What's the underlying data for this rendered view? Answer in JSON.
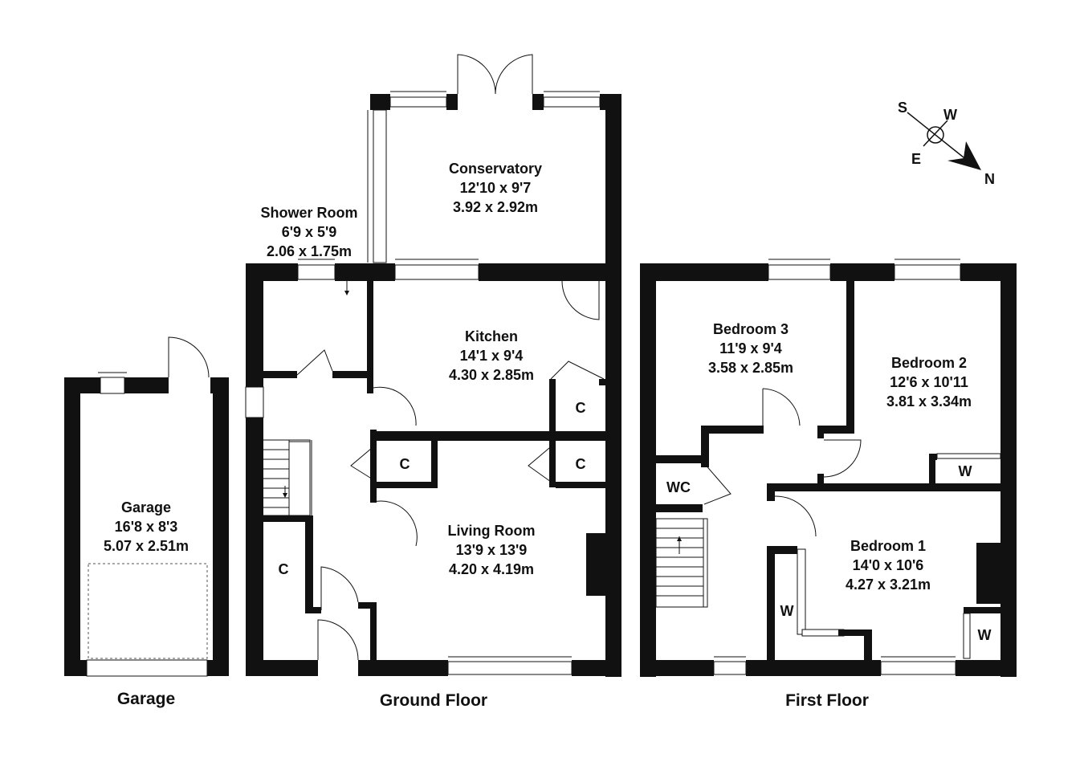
{
  "compass": {
    "s": "S",
    "w": "W",
    "e": "E",
    "n": "N"
  },
  "floors": {
    "garage": "Garage",
    "ground": "Ground Floor",
    "first": "First Floor"
  },
  "rooms": {
    "conservatory": {
      "name": "Conservatory",
      "imperial": "12'10 x 9'7",
      "metric": "3.92 x 2.92m"
    },
    "shower": {
      "name": "Shower Room",
      "imperial": "6'9 x 5'9",
      "metric": "2.06 x 1.75m"
    },
    "kitchen": {
      "name": "Kitchen",
      "imperial": "14'1 x 9'4",
      "metric": "4.30 x 2.85m"
    },
    "living": {
      "name": "Living Room",
      "imperial": "13'9 x 13'9",
      "metric": "4.20 x 4.19m"
    },
    "garage": {
      "name": "Garage",
      "imperial": "16'8 x 8'3",
      "metric": "5.07 x 2.51m"
    },
    "bed3": {
      "name": "Bedroom 3",
      "imperial": "11'9 x 9'4",
      "metric": "3.58 x 2.85m"
    },
    "bed2": {
      "name": "Bedroom 2",
      "imperial": "12'6 x 10'11",
      "metric": "3.81 x 3.34m"
    },
    "bed1": {
      "name": "Bedroom 1",
      "imperial": "14'0 x 10'6",
      "metric": "4.27 x 3.21m"
    }
  },
  "cupboards": {
    "c": "C",
    "w": "W",
    "wc": "WC"
  }
}
